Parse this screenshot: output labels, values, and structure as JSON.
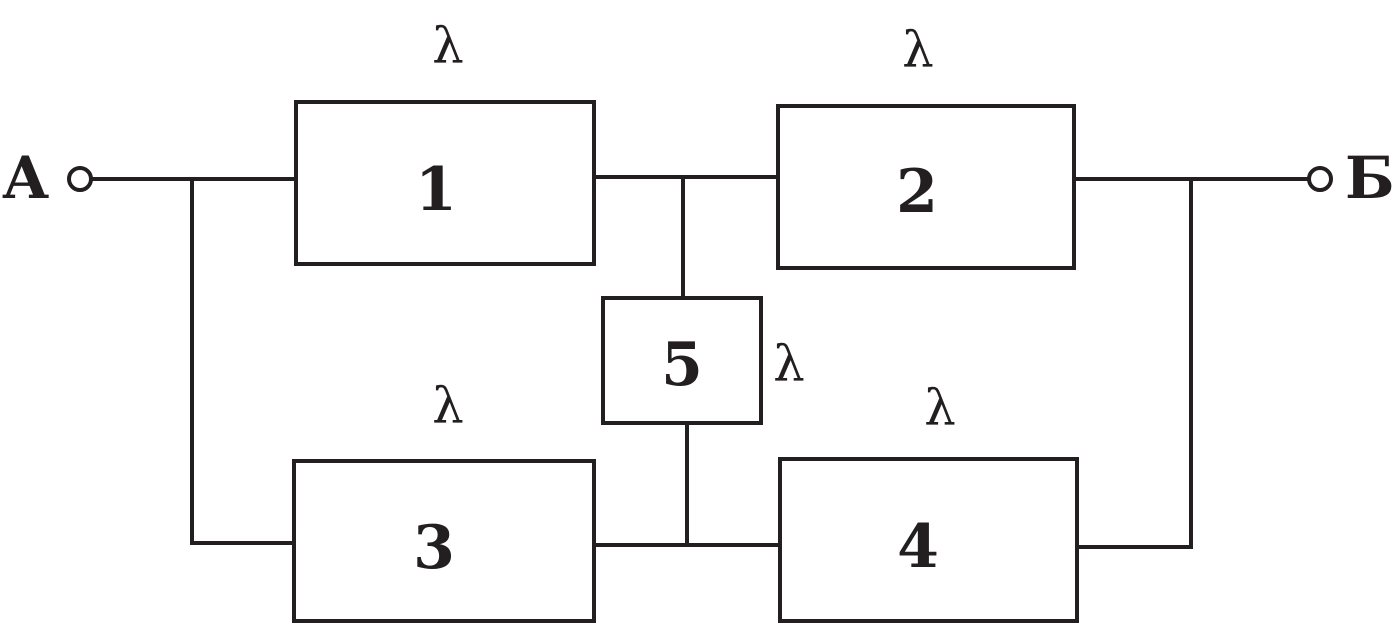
{
  "terminals": {
    "input": "А",
    "output": "Б"
  },
  "blocks": [
    {
      "id": "1",
      "label": "1",
      "rate": "λ"
    },
    {
      "id": "2",
      "label": "2",
      "rate": "λ"
    },
    {
      "id": "3",
      "label": "3",
      "rate": "λ"
    },
    {
      "id": "4",
      "label": "4",
      "rate": "λ"
    },
    {
      "id": "5",
      "label": "5",
      "rate": "λ"
    }
  ],
  "colors": {
    "line": "#231f20",
    "background": "#ffffff"
  }
}
